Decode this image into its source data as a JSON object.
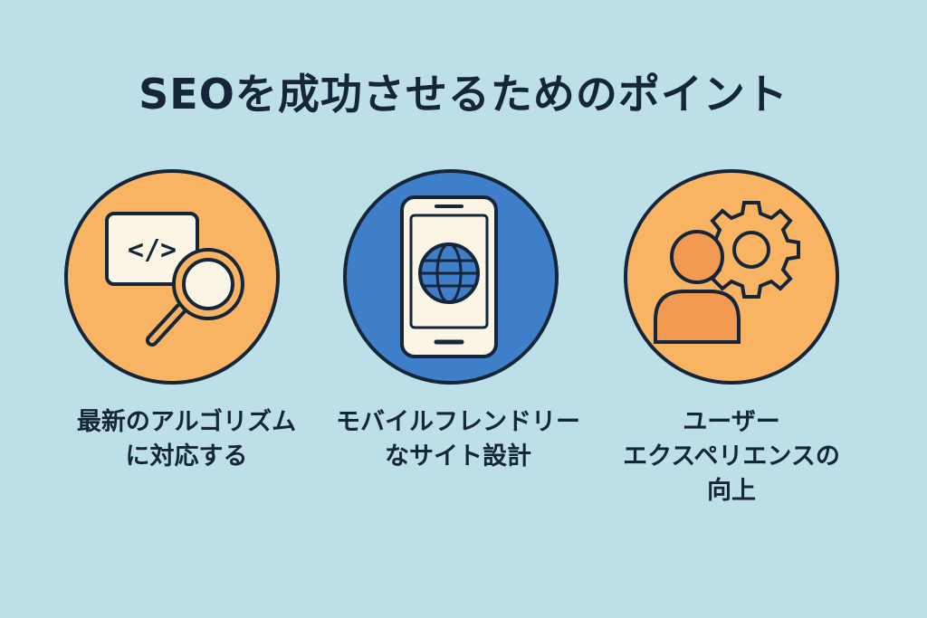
{
  "title": "SEOを成功させるためのポイント",
  "points": [
    {
      "icon": "code-search-icon",
      "line1": "最新のアルゴリズム",
      "line2": "に対応する",
      "line3": ""
    },
    {
      "icon": "smartphone-globe-icon",
      "line1": "モバイルフレンドリー",
      "line2": "なサイト設計",
      "line3": ""
    },
    {
      "icon": "user-gear-icon",
      "line1": "ユーザー",
      "line2": "エクスペリエンスの",
      "line3": "向上"
    }
  ],
  "colors": {
    "background": "#bddfe8",
    "orange": "#f8b463",
    "blue": "#3f7ec8",
    "dark": "#16263a",
    "cream": "#fbf5e6"
  }
}
